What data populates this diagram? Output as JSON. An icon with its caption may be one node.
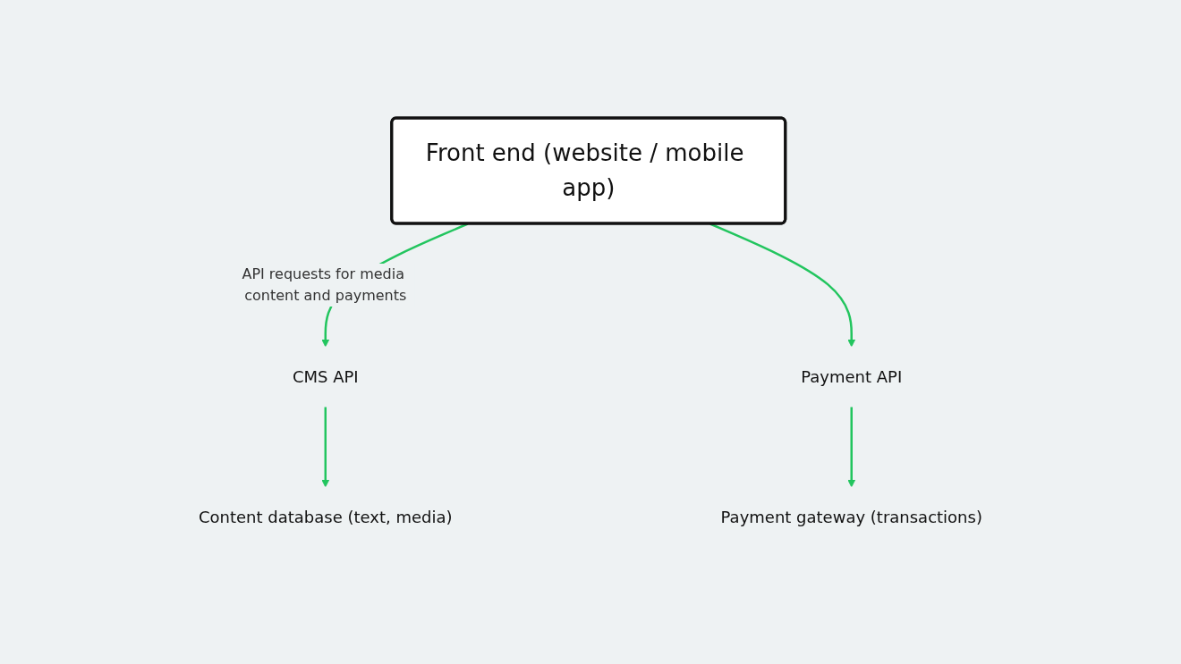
{
  "diagram": {
    "nodes": [
      {
        "text": [
          "Front end (website / mobile app)"
        ]
      },
      {
        "text": [
          "CMS API"
        ]
      },
      {
        "text": [
          "Payment API"
        ]
      },
      {
        "text": [
          "Content database (text, media)"
        ]
      },
      {
        "text": [
          "Payment gateway (transactions)"
        ]
      }
    ],
    "edges": [
      {
        "from": 0,
        "to": 1,
        "arrow": "to",
        "label": "API requests for media content and payments"
      },
      {
        "from": 0,
        "to": 2,
        "arrow": "to"
      },
      {
        "from": 1,
        "to": 3,
        "arrow": "to"
      },
      {
        "from": 2,
        "to": 4,
        "arrow": "to"
      }
    ]
  }
}
